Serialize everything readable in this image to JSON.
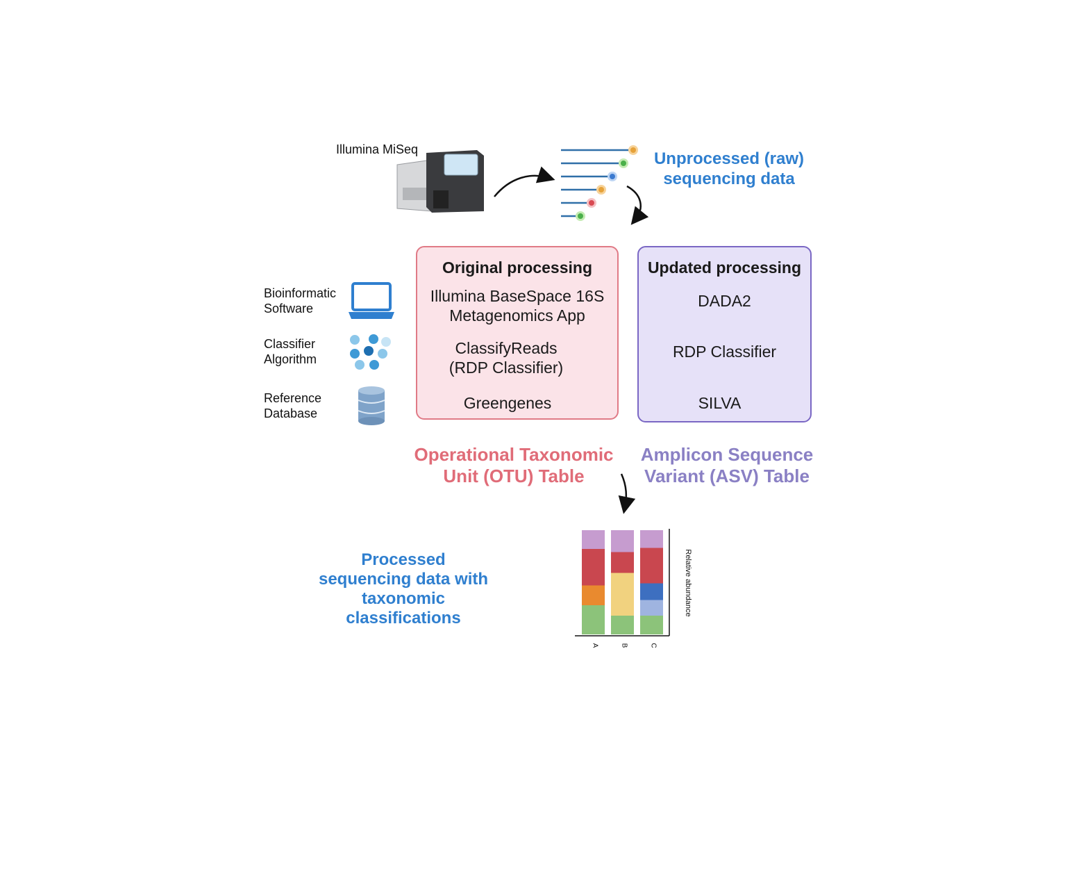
{
  "instrument": {
    "label": "Illumina MiSeq"
  },
  "raw_data": {
    "label_line1": "Unprocessed (raw)",
    "label_line2": "sequencing data"
  },
  "legend": {
    "items": [
      {
        "line1": "Bioinformatic",
        "line2": "Software",
        "icon": "laptop-icon"
      },
      {
        "line1": "Classifier",
        "line2": "Algorithm",
        "icon": "molecule-cluster-icon"
      },
      {
        "line1": "Reference",
        "line2": "Database",
        "icon": "database-icon"
      }
    ]
  },
  "original": {
    "title": "Original  processing",
    "software_line1": "Illumina BaseSpace 16S",
    "software_line2": "Metagenomics App",
    "classifier_line1": "ClassifyReads",
    "classifier_line2": "(RDP Classifier)",
    "database": "Greengenes",
    "output_line1": "Operational Taxonomic",
    "output_line2": "Unit (OTU) Table",
    "colors": {
      "fill": "#fbe3e8",
      "border": "#e07a86",
      "text": "#e06c78"
    }
  },
  "updated": {
    "title": "Updated processing",
    "software": "DADA2",
    "classifier": "RDP Classifier",
    "database": "SILVA",
    "output_line1": "Amplicon Sequence",
    "output_line2": "Variant (ASV) Table",
    "colors": {
      "fill": "#e6e1f8",
      "border": "#7a67c4",
      "text": "#8a80c4"
    }
  },
  "processed": {
    "line1": "Processed",
    "line2": "sequencing data with",
    "line3": "taxonomic",
    "line4": "classifications"
  },
  "chart_data": {
    "type": "bar",
    "stacked": true,
    "categories": [
      "A",
      "B",
      "C"
    ],
    "ylabel": "Relative abundance",
    "ylim": [
      0,
      1
    ],
    "series": [
      {
        "color": "#8cc37a",
        "values": [
          0.28,
          0.18,
          0.18
        ]
      },
      {
        "color": "#e98a2f",
        "values": [
          0.19,
          0.0,
          0.0
        ]
      },
      {
        "color": "#f1d27f",
        "values": [
          0.0,
          0.41,
          0.0
        ]
      },
      {
        "color": "#9fb4e0",
        "values": [
          0.0,
          0.0,
          0.15
        ]
      },
      {
        "color": "#3d6fc0",
        "values": [
          0.0,
          0.0,
          0.16
        ]
      },
      {
        "color": "#c9474f",
        "values": [
          0.35,
          0.2,
          0.34
        ]
      },
      {
        "color": "#c69ccf",
        "values": [
          0.18,
          0.21,
          0.17
        ]
      }
    ]
  }
}
